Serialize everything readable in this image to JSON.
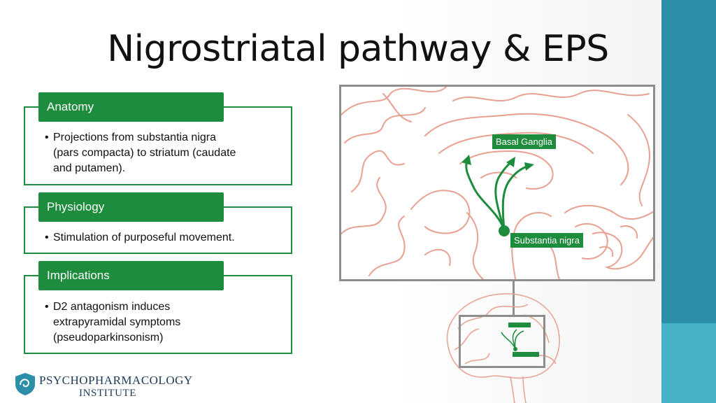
{
  "title": "Nigrostriatal pathway & EPS",
  "cards": [
    {
      "header": "Anatomy",
      "lines": [
        "Projections from substantia nigra",
        "(pars compacta)  to striatum (caudate",
        "and putamen)."
      ]
    },
    {
      "header": "Physiology",
      "lines": [
        "Stimulation of purposeful movement."
      ]
    },
    {
      "header": "Implications",
      "lines": [
        "D2 antagonism induces",
        "extrapyramidal symptoms",
        "(pseudoparkinsonism)"
      ]
    }
  ],
  "diagram": {
    "label_basal": "Basal Ganglia",
    "label_nigra": "Substantia nigra"
  },
  "logo": {
    "line1": "PSYCHOPHARMACOLOGY",
    "line2": "INSTITUTE"
  },
  "colors": {
    "accent": "#1d8c3c",
    "sidebar": "#2b8fa8",
    "brain_outline": "#e8a090"
  }
}
